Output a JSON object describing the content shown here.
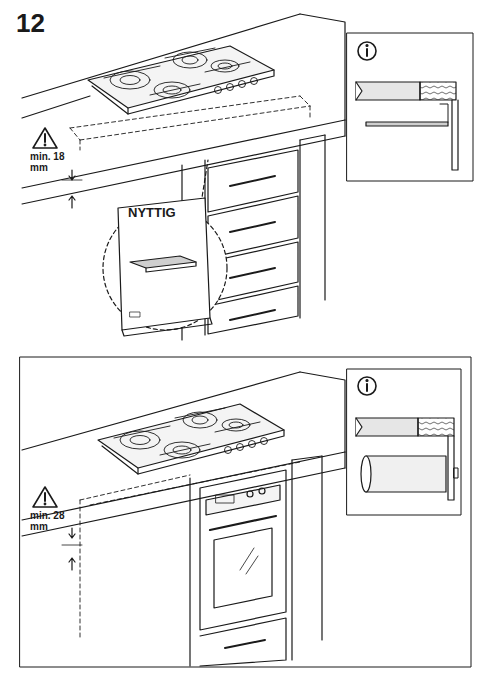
{
  "diagram": {
    "labels": [
      "12",
      "min. 18 mm",
      "NYTTIG",
      "min. 28 mm"
    ]
  }
}
